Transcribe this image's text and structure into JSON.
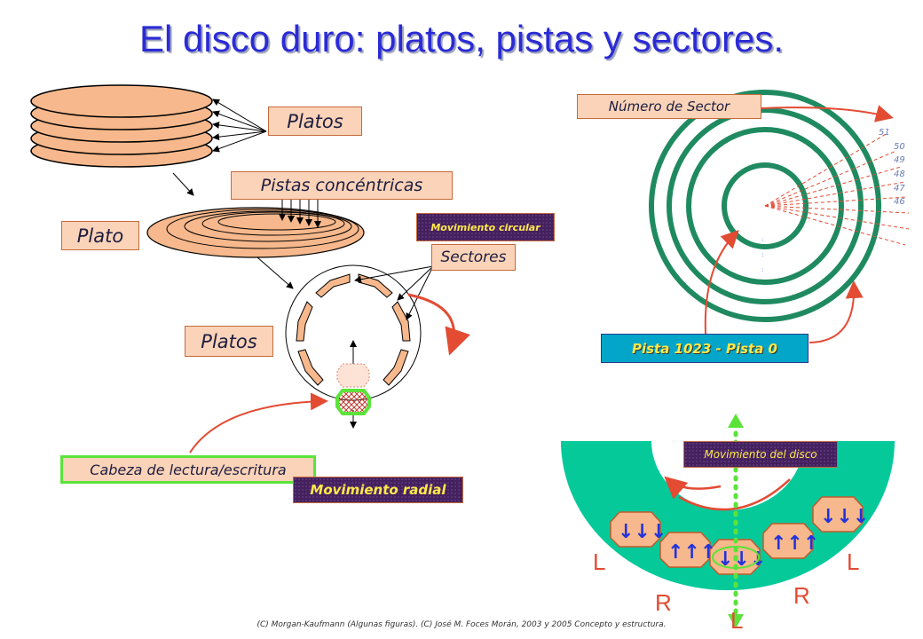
{
  "title": "El disco duro: platos, pistas y sectores.",
  "labels": {
    "platos_top": "Platos",
    "pistas": "Pistas concéntricas",
    "plato": "Plato",
    "mov_circular": "Movimiento circular",
    "sectores": "Sectores",
    "platos_mid": "Platos",
    "cabeza": "Cabeza de lectura/escritura",
    "mov_radial": "Movimiento radial",
    "numero_sector": "Número de Sector",
    "pista_range": "Pista 1023 - Pista 0",
    "mov_disco": "Movimiento del disco"
  },
  "sector_numbers": [
    "51",
    "50",
    "49",
    "48",
    "47",
    "46"
  ],
  "magnetic_letters": [
    "L",
    "L",
    "R",
    "R",
    "L"
  ],
  "credit": "(C) Morgan-Kaufmann (Algunas figuras). (C) José M. Foces Morán, 2003 y 2005 Concepto y estructura.",
  "colors": {
    "title": "#2b2bd6",
    "label_fill": "#fbd3b8",
    "arrow_red": "#e34b33",
    "disk_green": "#1f8a60",
    "platter_fill": "#f6b88c",
    "teal": "#06c99a"
  }
}
